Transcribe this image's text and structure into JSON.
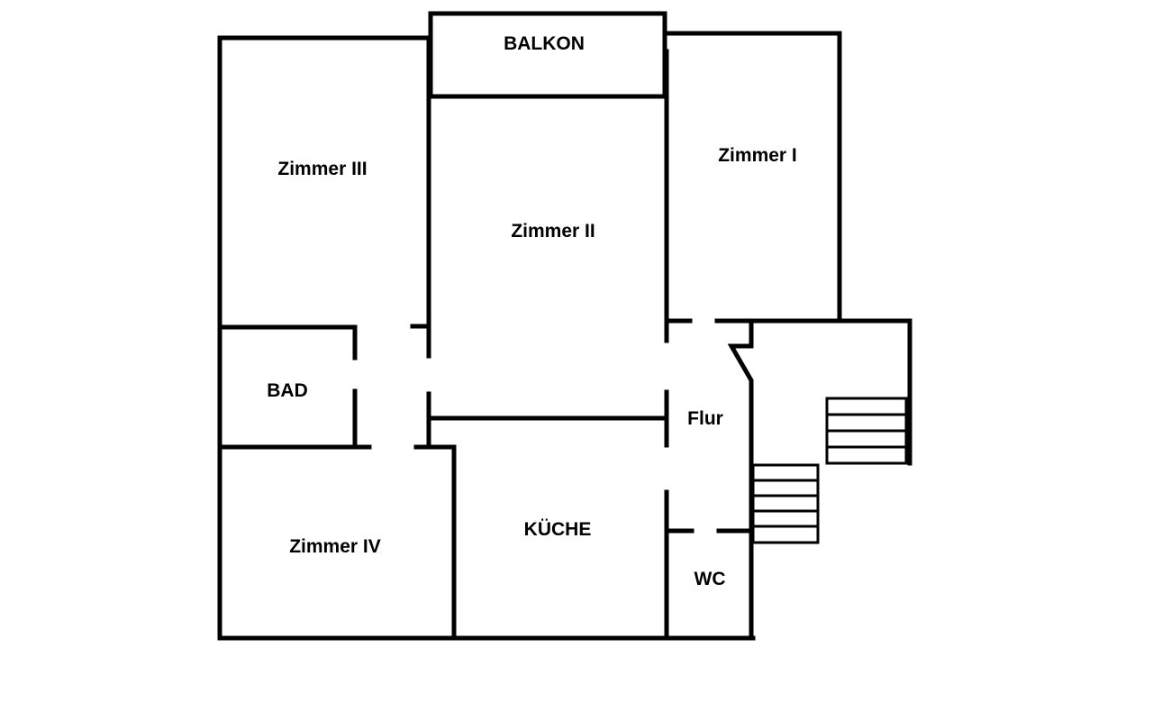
{
  "floorplan": {
    "rooms": {
      "balkon": "BALKON",
      "zimmer_1": "Zimmer I",
      "zimmer_2": "Zimmer II",
      "zimmer_3": "Zimmer III",
      "zimmer_4": "Zimmer IV",
      "bad": "BAD",
      "flur": "Flur",
      "kueche": "KÜCHE",
      "wc": "WC"
    },
    "colors": {
      "wall": "#000000",
      "background": "#ffffff"
    }
  }
}
